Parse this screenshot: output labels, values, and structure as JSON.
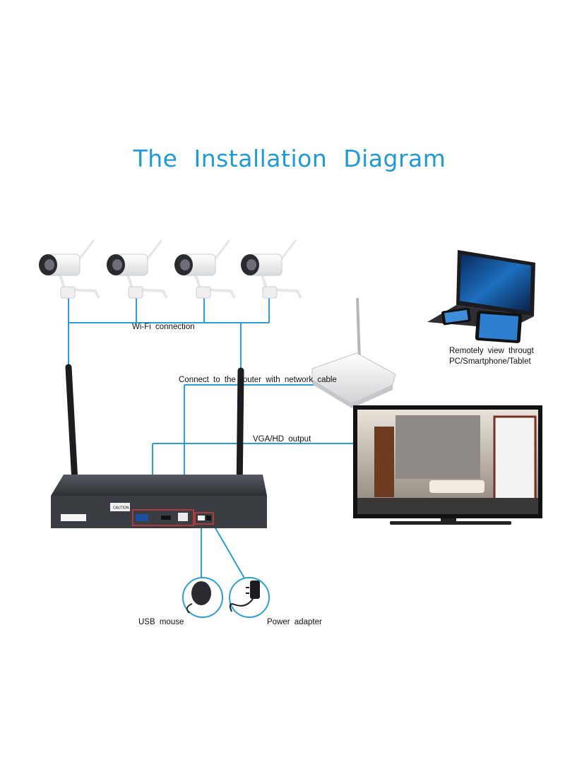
{
  "title": "The Installation Diagram",
  "labels": {
    "wifi": "Wi-Fi connection",
    "router": "Connect to the router with network cable",
    "vga": "VGA/HD output",
    "remote_line1": "Remotely view througt",
    "remote_line2": "PC/Smartphone/Tablet",
    "mouse": "USB mouse",
    "power": "Power adapter"
  },
  "nvr": {
    "caution": "CAUTION"
  },
  "colors": {
    "title": "#1e9ad6",
    "cable": "#2a9fd6",
    "port_highlight": "#d9363e",
    "nvr_body": "#3a3d42"
  },
  "icons": [
    "wifi-camera-icon",
    "router-icon",
    "laptop-icon",
    "tablet-icon",
    "smartphone-icon",
    "monitor-icon",
    "nvr-recorder-icon",
    "usb-mouse-icon",
    "power-adapter-icon"
  ]
}
